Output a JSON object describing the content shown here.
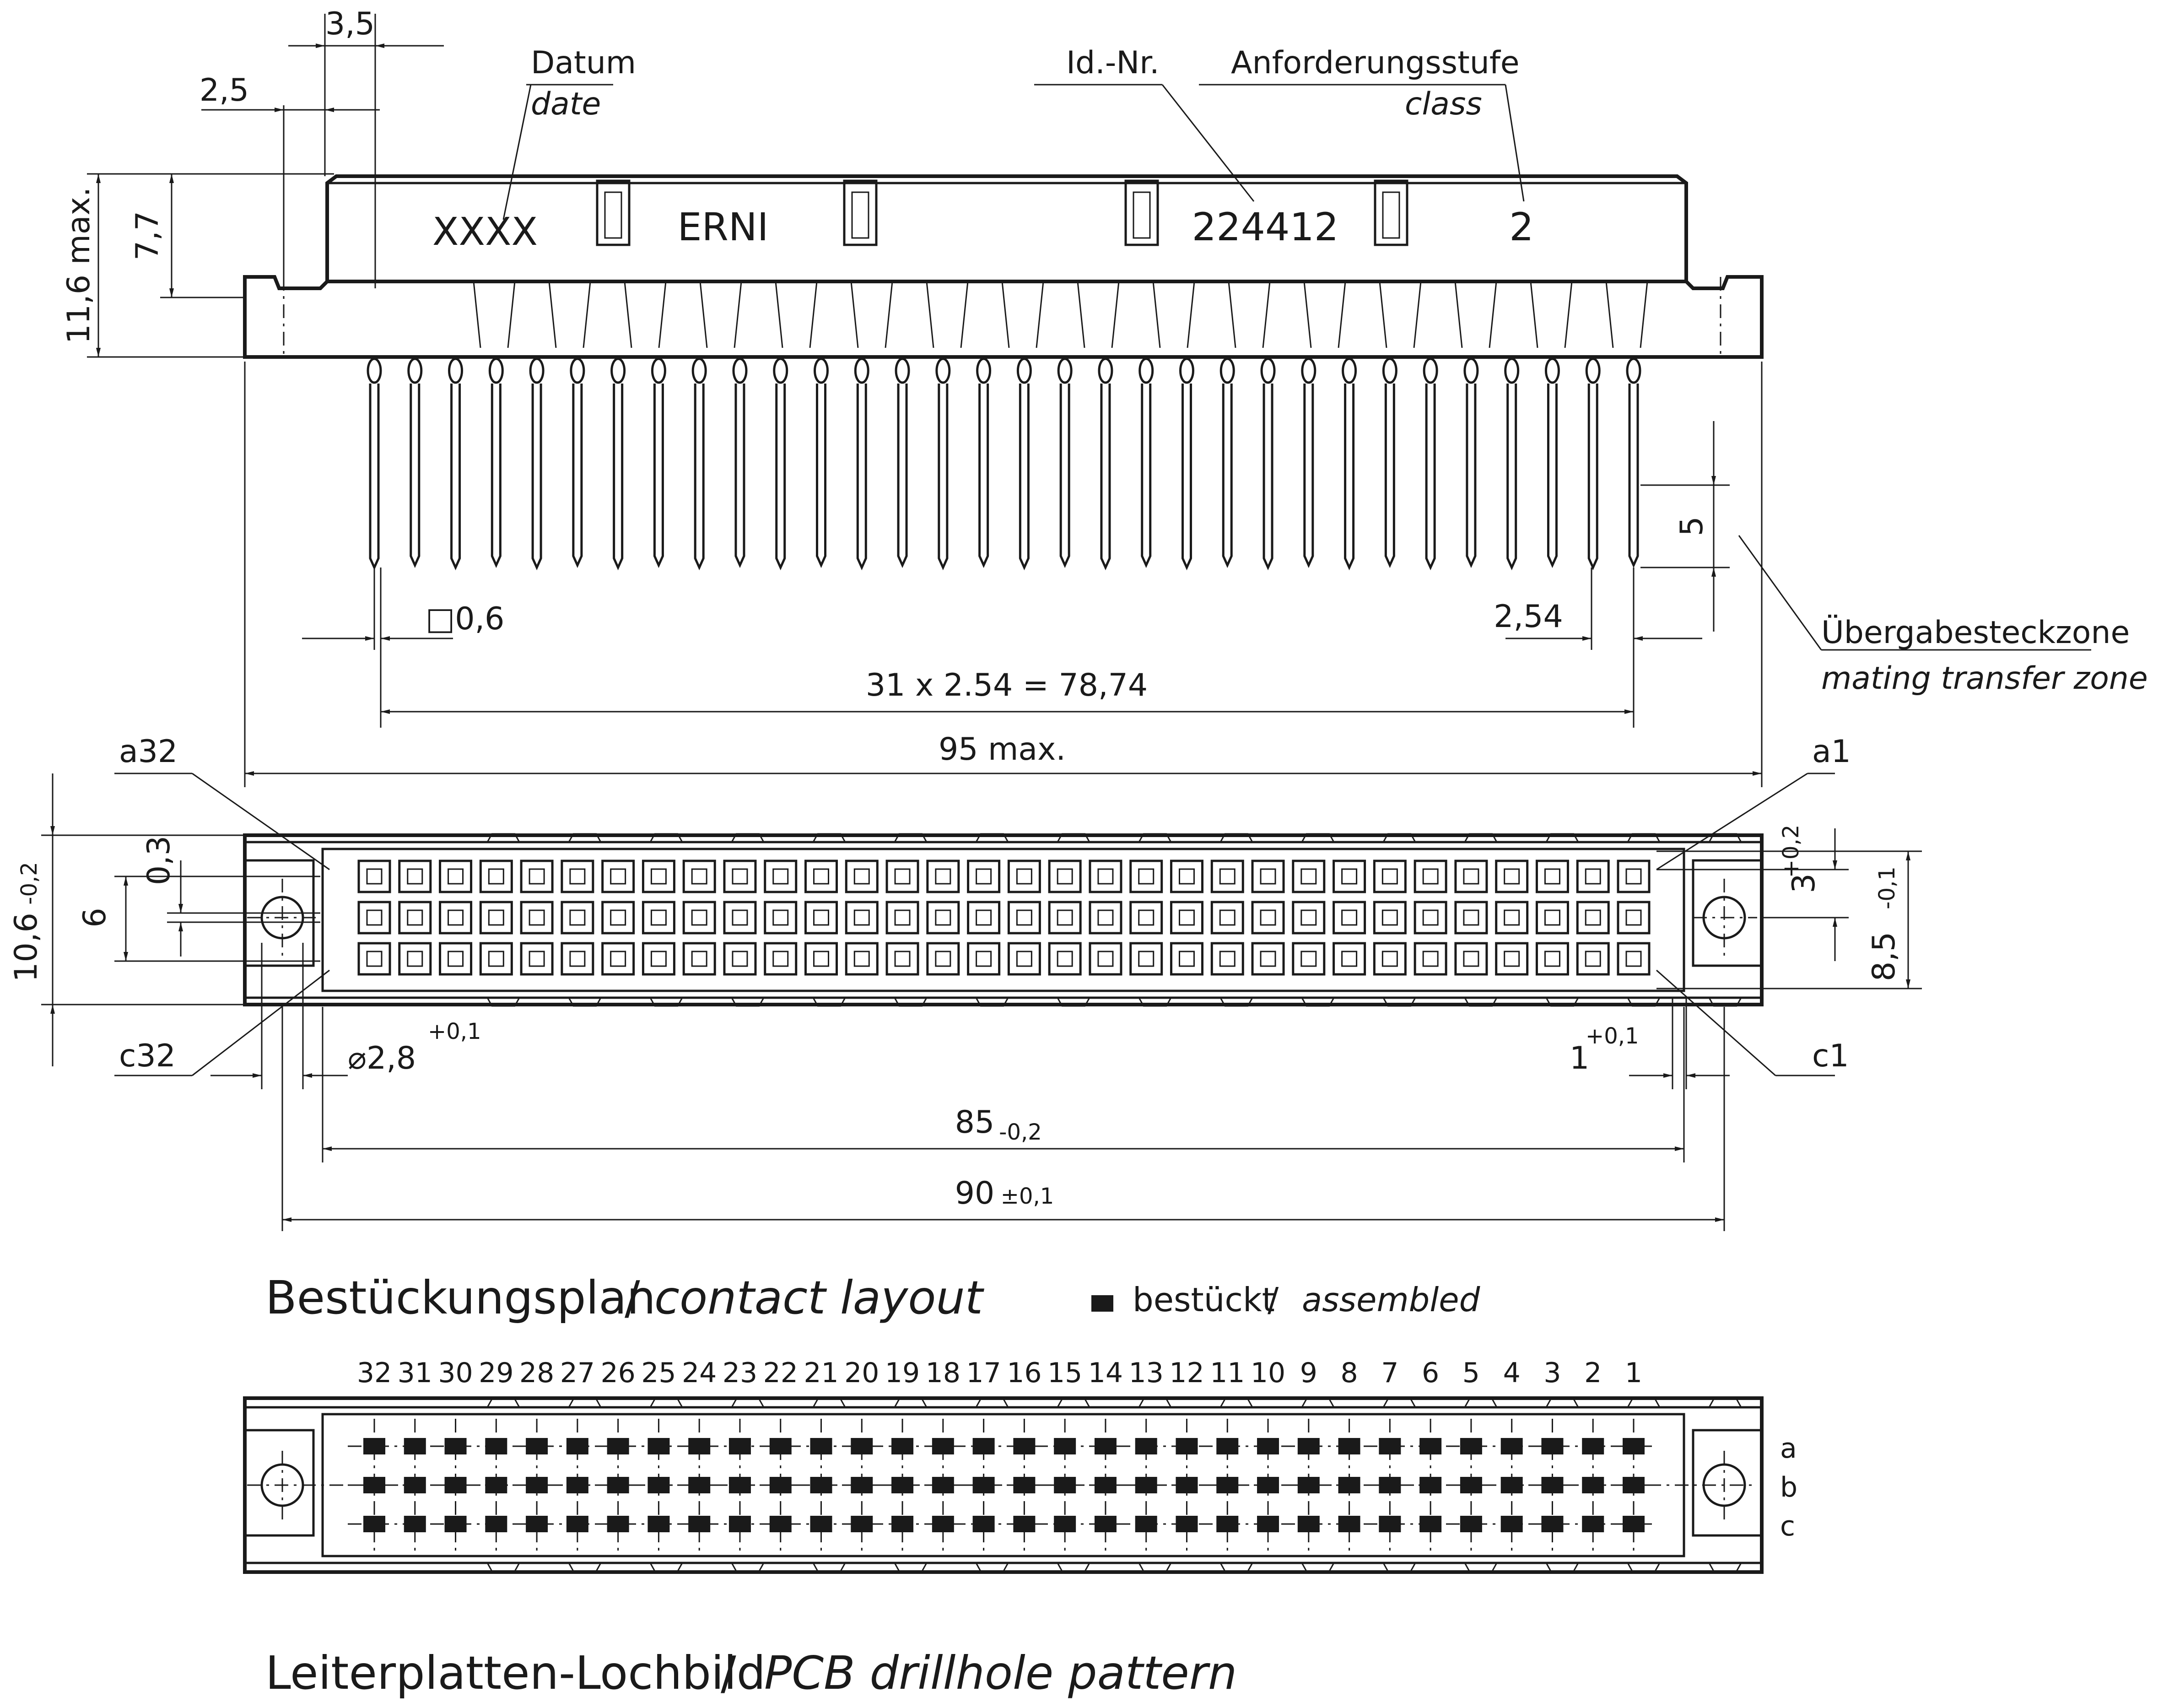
{
  "labels": {
    "datum": "Datum",
    "date": "date",
    "id_nr": "Id.-Nr.",
    "anforderungsstufe": "Anforderungsstufe",
    "class": "class",
    "date_code": "XXXX",
    "brand": "ERNI",
    "part_number": "224412",
    "class_value": "2",
    "uebergabe": "Übergabesteckzone",
    "mating_transfer": "mating transfer zone",
    "a32": "a32",
    "a1": "a1",
    "c32": "c32",
    "c1": "c1",
    "contact_layout_de": "Bestückungsplan",
    "slash": "/",
    "contact_layout_en": "contact layout",
    "assembled_de": "bestückt",
    "assembled_en": "assembled",
    "row_a": "a",
    "row_b": "b",
    "row_c": "c",
    "pcb_de": "Leiterplatten-Lochbild",
    "pcb_en": "PCB drillhole pattern"
  },
  "dimensions": {
    "d3_5": "3,5",
    "d2_5": "2,5",
    "d11_6": "11,6 max.",
    "d7_7": "7,7",
    "d0_6": "□0,6",
    "d2_54": "2,54",
    "d5": "5",
    "d78_74": "31 x 2.54 = 78,74",
    "d95": "95  max.",
    "d10_6": "10,6",
    "d10_6_tol": "-0,2",
    "d0_3": "0,3",
    "d6": "6",
    "d3": "3",
    "d3_tol": "+0,2",
    "d8_5": "8,5",
    "d8_5_tol": "-0,1",
    "d2_8": "⌀2,8",
    "d2_8_tol": "+0,1",
    "d1": "1",
    "d1_tol": "+0,1",
    "d85": "85",
    "d85_tol": "-0,2",
    "d90": "90",
    "d90_tol": "±0,1"
  },
  "pin_numbers": [
    "32",
    "31",
    "30",
    "29",
    "28",
    "27",
    "26",
    "25",
    "24",
    "23",
    "22",
    "21",
    "20",
    "19",
    "18",
    "17",
    "16",
    "15",
    "14",
    "13",
    "12",
    "11",
    "10",
    "9",
    "8",
    "7",
    "6",
    "5",
    "4",
    "3",
    "2",
    "1"
  ]
}
